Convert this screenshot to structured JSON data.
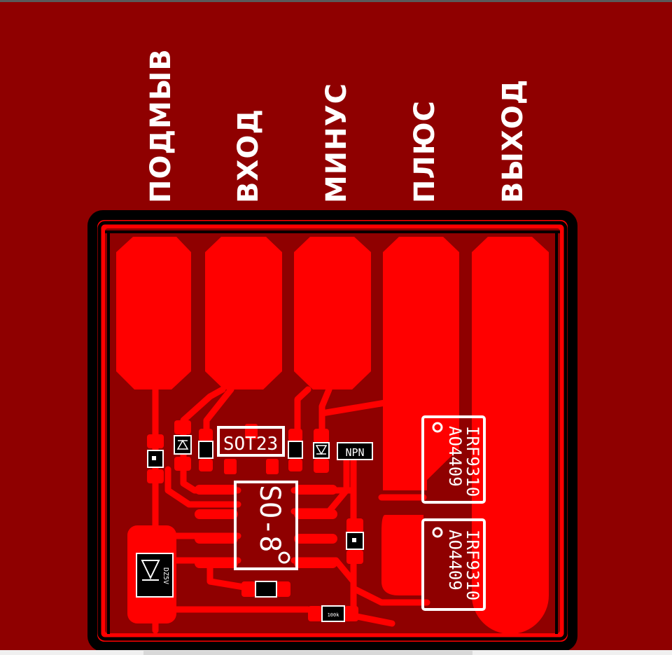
{
  "board": {
    "labels": [
      "ПОДМЫВ",
      "ВХОД",
      "МИНУС",
      "ПЛЮС",
      "ВЫХОД"
    ],
    "components": {
      "sot23": "SOT23",
      "so8": "SO-8",
      "npn": "NPN",
      "mosfet_top": [
        "IRF9310",
        "AO4409"
      ],
      "mosfet_bottom": [
        "IRF9310",
        "AO4409"
      ],
      "zener": "DZ5V",
      "res_small": "100k"
    },
    "colors": {
      "background": "#8f0000",
      "copper": "#ff0000",
      "silkscreen": "#ffffff",
      "outline": "#000000"
    }
  }
}
